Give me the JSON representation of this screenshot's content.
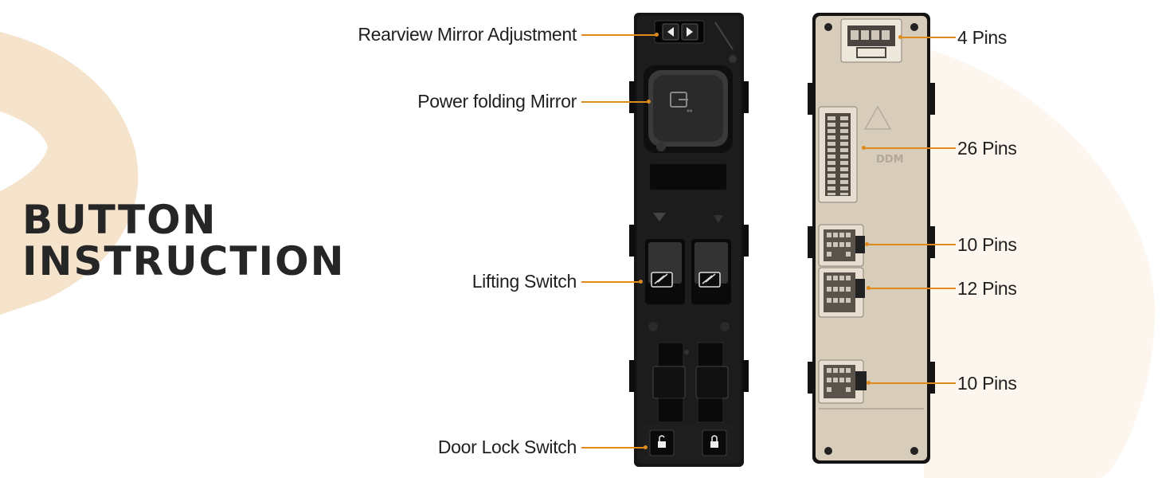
{
  "heading": {
    "line1": "BUTTON",
    "line2": "INSTRUCTION"
  },
  "front_callouts": [
    {
      "id": "mirror-adjust",
      "text": "Rearview Mirror Adjustment"
    },
    {
      "id": "power-fold",
      "text": "Power folding Mirror"
    },
    {
      "id": "lifting",
      "text": "Lifting Switch"
    },
    {
      "id": "door-lock",
      "text": "Door Lock Switch"
    }
  ],
  "back_callouts": [
    {
      "id": "4-pins",
      "text": "4 Pins"
    },
    {
      "id": "26-pins",
      "text": "26 Pins"
    },
    {
      "id": "10-pins-a",
      "text": "10 Pins"
    },
    {
      "id": "12-pins",
      "text": "12 Pins"
    },
    {
      "id": "10-pins-b",
      "text": "10 Pins"
    }
  ],
  "housing_marking": "DDM",
  "colors": {
    "accent": "#e08a1e",
    "peach": "#f6e3cc",
    "switch_body": "#151515",
    "connector_housing": "#d8ccbb",
    "text": "#262626"
  }
}
